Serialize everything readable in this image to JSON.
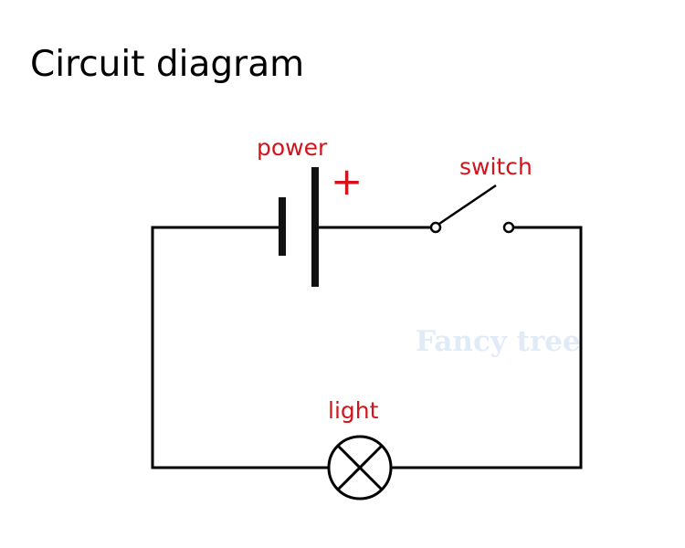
{
  "title": "Circuit diagram",
  "components": {
    "power": {
      "label": "power",
      "polarity": "+"
    },
    "switch": {
      "label": "switch"
    },
    "light": {
      "label": "light"
    }
  },
  "watermark": "Fancy tree",
  "colors": {
    "wire": "#000000",
    "label": "#d4141c",
    "watermark": "#c9dcf2",
    "title": "#000000"
  }
}
